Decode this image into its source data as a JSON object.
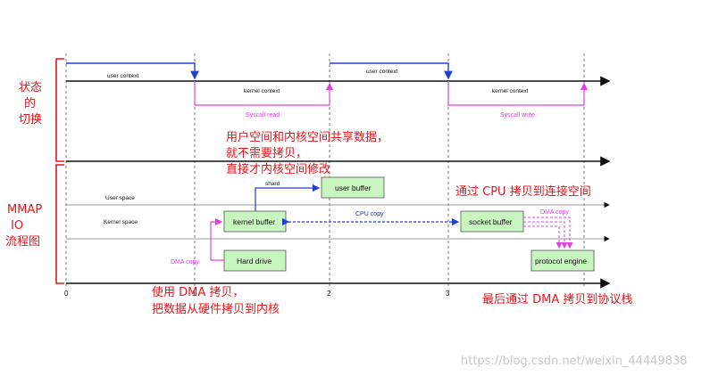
{
  "left_labels": {
    "state_switch": [
      "状态",
      "的",
      "切换"
    ],
    "mmap_flow": [
      "MMAP",
      "IO",
      "流程图"
    ]
  },
  "context_labels": {
    "user_context_1": "user context",
    "kernel_context_1": "kernel context",
    "user_context_2": "user context",
    "kernel_context_2": "kernel context"
  },
  "syscalls": {
    "read": "Syscall read",
    "write": "Syscall write"
  },
  "space_labels": {
    "user_space": "User space",
    "kernel_space": "Kernel  space"
  },
  "boxes": {
    "user_buffer": "user buffer",
    "kernel_buffer": "kernel buffer",
    "socket_buffer": "socket buffer",
    "hard_drive": "Hard drive",
    "protocol_engine": "protocol engine"
  },
  "arrow_labels": {
    "shard": "shard",
    "cpu_copy": "CPU copy",
    "dma_copy_left": "DMA copy",
    "dma_copy_right": "DMA copy"
  },
  "ticks": [
    "0",
    "1",
    "2",
    "3"
  ],
  "annotations": {
    "shared": [
      "用户空间和内核空间共享数据，",
      "就不需要拷贝，",
      "直接才内核空间修改"
    ],
    "cpu_copy_note": "通过 CPU 拷贝到连接空间",
    "dma_hw_note": [
      "使用 DMA 拷贝，",
      "把数据从硬件拷贝到内核"
    ],
    "dma_proto_note": "最后通过 DMA 拷贝到协议栈"
  },
  "watermark": "https://blog.csdn.net/weixin_44449838",
  "colors": {
    "red": "#e8141b",
    "blue": "#2040d0",
    "magenta": "#e040e0",
    "box_fill": "#c8f5c0"
  }
}
